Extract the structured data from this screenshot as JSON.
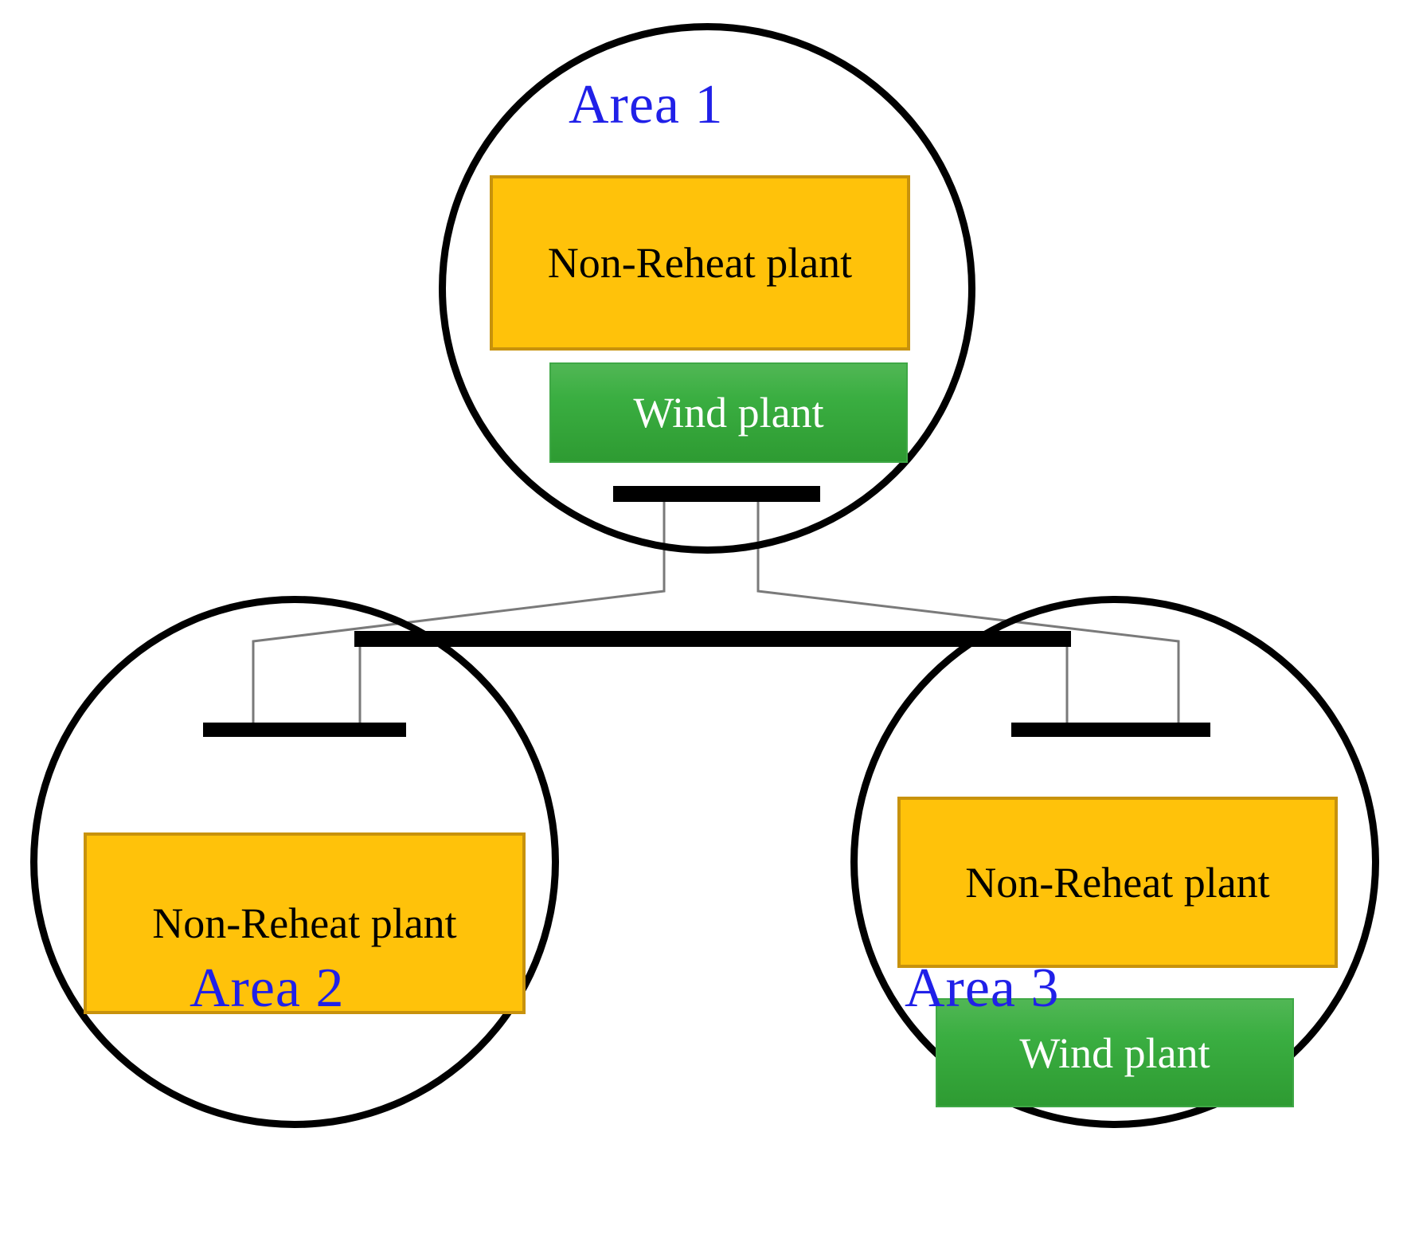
{
  "diagram": {
    "title": "Three-area interconnected power system",
    "colors": {
      "area_label": "#2020E8",
      "thermal_plant_fill": "#FFC20A",
      "thermal_plant_border": "#C8920C",
      "wind_plant_fill": "#3AAE41",
      "wind_plant_text": "#FFFFFF",
      "circle_stroke": "#000000",
      "bus_bar": "#000000",
      "tie_line": "#808080",
      "background": "#FFFFFF"
    },
    "areas": [
      {
        "id": "area-1",
        "label": "Area 1",
        "label_position": "top-inside",
        "plants": [
          {
            "id": "a1-thermal",
            "label": "Non-Reheat plant",
            "type": "thermal"
          },
          {
            "id": "a1-wind",
            "label": "Wind plant",
            "type": "wind"
          }
        ],
        "bus_label": ""
      },
      {
        "id": "area-2",
        "label": "Area 2",
        "label_position": "bottom-inside",
        "plants": [
          {
            "id": "a2-thermal",
            "label": "Non-Reheat plant",
            "type": "thermal"
          }
        ],
        "bus_label": ""
      },
      {
        "id": "area-3",
        "label": "Area 3",
        "label_position": "bottom-inside",
        "plants": [
          {
            "id": "a3-thermal",
            "label": "Non-Reheat plant",
            "type": "thermal"
          },
          {
            "id": "a3-wind",
            "label": "Wind plant",
            "type": "wind"
          }
        ],
        "bus_label": ""
      }
    ],
    "buses": [
      {
        "id": "bus-area-1",
        "label": ""
      },
      {
        "id": "bus-tie",
        "label": ""
      },
      {
        "id": "bus-area-2",
        "label": ""
      },
      {
        "id": "bus-area-3",
        "label": ""
      }
    ],
    "tie_lines": [
      {
        "id": "tie-1-2",
        "from": "area-1",
        "to": "area-2"
      },
      {
        "id": "tie-1-3",
        "from": "area-1",
        "to": "area-3"
      },
      {
        "id": "tie-2-3",
        "from": "area-2",
        "to": "area-3"
      }
    ]
  }
}
